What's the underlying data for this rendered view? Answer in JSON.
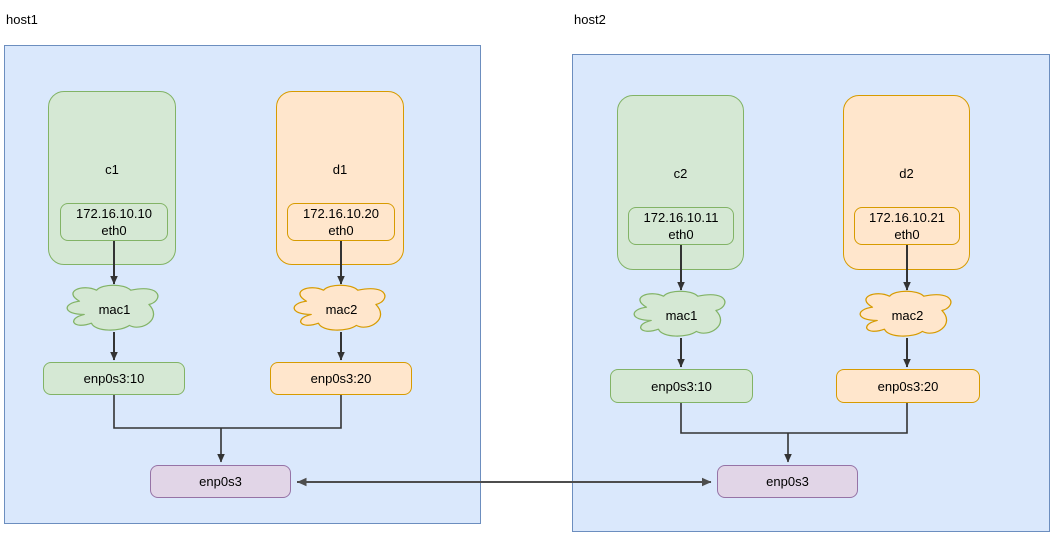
{
  "diagram": {
    "title_hosts": [
      "host1",
      "host2"
    ],
    "colors": {
      "host_panel_fill": "#dae8fc",
      "host_panel_stroke": "#6c8ebf",
      "green_fill": "#d5e8d4",
      "green_stroke": "#82b366",
      "orange_fill": "#ffe6cc",
      "orange_stroke": "#d79b00",
      "purple_fill": "#e1d5e7",
      "purple_stroke": "#9673a6",
      "edge_stroke": "#4d4d4d"
    }
  },
  "hosts": [
    {
      "label": "host1",
      "containers": [
        {
          "name": "c1",
          "theme": "green",
          "ip": "172.16.10.10",
          "iface": "eth0",
          "cloud": "mac1",
          "nic_alias": "enp0s3:10"
        },
        {
          "name": "d1",
          "theme": "orange",
          "ip": "172.16.10.20",
          "iface": "eth0",
          "cloud": "mac2",
          "nic_alias": "enp0s3:20"
        }
      ],
      "physical_nic": "enp0s3"
    },
    {
      "label": "host2",
      "containers": [
        {
          "name": "c2",
          "theme": "green",
          "ip": "172.16.10.11",
          "iface": "eth0",
          "cloud": "mac1",
          "nic_alias": "enp0s3:10"
        },
        {
          "name": "d2",
          "theme": "orange",
          "ip": "172.16.10.21",
          "iface": "eth0",
          "cloud": "mac2",
          "nic_alias": "enp0s3:20"
        }
      ],
      "physical_nic": "enp0s3"
    }
  ]
}
